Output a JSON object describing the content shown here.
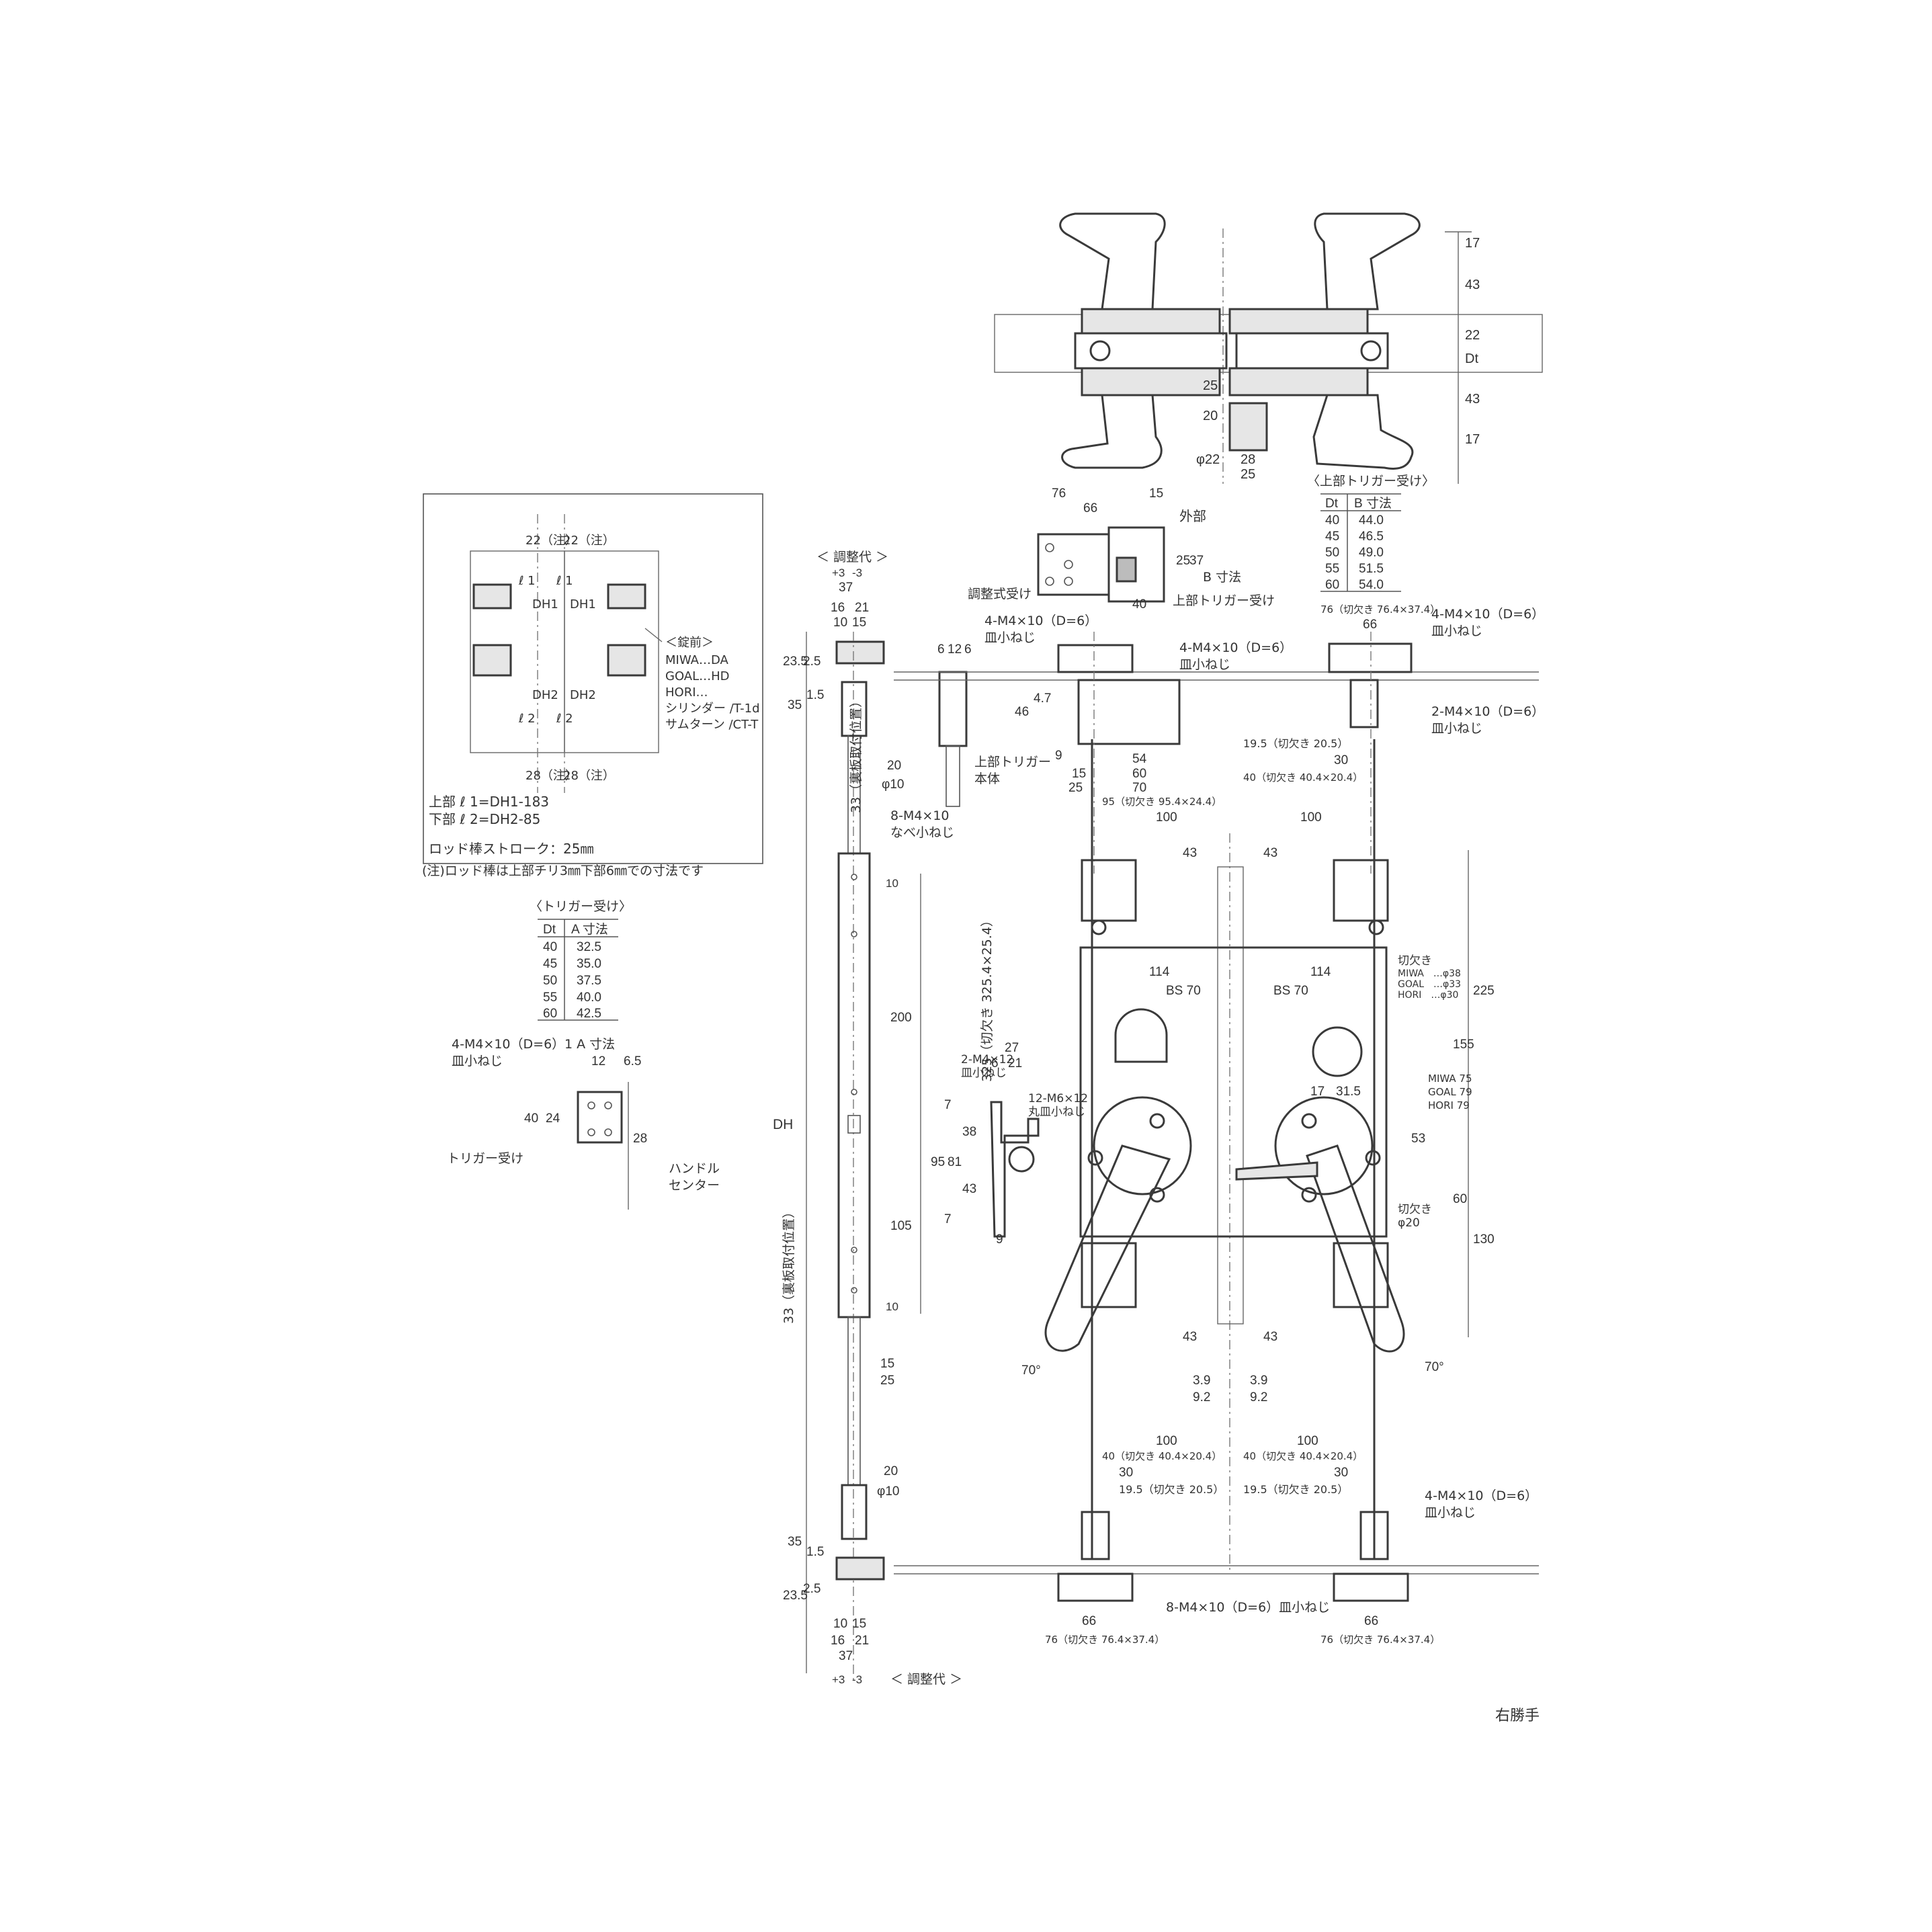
{
  "top_view": {
    "dims_right": [
      "17",
      "43",
      "22",
      "Dt",
      "43",
      "17"
    ],
    "dims_center": [
      "25",
      "20",
      "φ22",
      "28",
      "25"
    ]
  },
  "side_schematic": {
    "notes_top": [
      "22（注）",
      "22（注）"
    ],
    "notes_bottom": [
      "28（注）",
      "28（注）"
    ],
    "ell1": "ℓ 1",
    "ell2": "ℓ 2",
    "dh1": "DH1",
    "dh2": "DH2",
    "lock_front": {
      "title": "＜錠前＞",
      "lines": [
        "MIWA…DA",
        "GOAL…HD",
        "HORI…",
        "シリンダー /T-1d",
        "サムターン /CT-T"
      ]
    },
    "formula_top": "上部 ℓ 1=DH1-183",
    "formula_bottom": "下部 ℓ 2=DH2-85",
    "stroke": "ロッド棒ストローク：25㎜",
    "footnote": "(注)ロッド棒は上部チリ3㎜下部6㎜での寸法です"
  },
  "trigger_table": {
    "title": "〈トリガー受け〉",
    "headers": [
      "Dt",
      "A 寸法"
    ],
    "rows": [
      [
        "40",
        "32.5"
      ],
      [
        "45",
        "35.0"
      ],
      [
        "50",
        "37.5"
      ],
      [
        "55",
        "40.0"
      ],
      [
        "60",
        "42.5"
      ]
    ]
  },
  "upper_trigger_table": {
    "title": "〈上部トリガー受け〉",
    "headers": [
      "Dt",
      "B 寸法"
    ],
    "rows": [
      [
        "40",
        "44.0"
      ],
      [
        "45",
        "46.5"
      ],
      [
        "50",
        "49.0"
      ],
      [
        "55",
        "51.5"
      ],
      [
        "60",
        "54.0"
      ]
    ]
  },
  "trigger_detail": {
    "screw": "4-M4×10（D=6）",
    "screw2": "皿小ねじ",
    "a_dim": "1  A 寸法",
    "dims": [
      "12",
      "6.5",
      "40",
      "24",
      "28"
    ],
    "label": "トリガー受け",
    "handle_center": [
      "ハンドル",
      "センター"
    ]
  },
  "rod_view": {
    "adjust_top": "＜ 調整代 ＞",
    "adjust_bottom": "＜ 調整代 ＞",
    "pm": [
      "+3",
      "-3"
    ],
    "top_dims": [
      "37",
      "16",
      "21",
      "10",
      "15"
    ],
    "left_dims": [
      "23.5",
      "2.5",
      "35",
      "1.5",
      "33（裏板取付位置）",
      "DH",
      "33（裏板取付位置）",
      "35",
      "1.5",
      "2.5",
      "23.5"
    ],
    "mid_dims": [
      "20",
      "φ10",
      "10",
      "200",
      "325（切欠き 325.4×25.4）",
      "105",
      "10",
      "15",
      "25",
      "20",
      "φ10"
    ],
    "screw": "8-M4×10",
    "screw2": "なべ小ねじ",
    "bottom_dims": [
      "10",
      "15",
      "16",
      "21",
      "37"
    ]
  },
  "upper_trigger": {
    "dims_top": [
      "76",
      "15",
      "66"
    ],
    "outer": "外部",
    "adjust_receiver": "調整式受け",
    "dims_side": [
      "25",
      "37",
      "B 寸法"
    ],
    "d40": "40",
    "receiver": "上部トリガー受け",
    "body_dims": [
      "6",
      "12",
      "6"
    ],
    "body_label": [
      "上部トリガー",
      "本体"
    ]
  },
  "lock_top": {
    "screw_left": [
      "4-M4×10（D=6）",
      "皿小ねじ"
    ],
    "screw_mid": [
      "4-M4×10（D=6）",
      "皿小ねじ"
    ],
    "screw_right": [
      "4-M4×10（D=6）",
      "皿小ねじ"
    ],
    "screw_side": [
      "2-M4×10（D=6）",
      "皿小ねじ"
    ],
    "dims_left": [
      "46",
      "4.7",
      "9",
      "54",
      "60",
      "15",
      "25",
      "70",
      "95（切欠き 95.4×24.4）",
      "100"
    ],
    "dims_right": [
      "76（切欠き 76.4×37.4）",
      "66",
      "19.5（切欠き 20.5）",
      "30",
      "40（切欠き 40.4×20.4）",
      "100"
    ]
  },
  "lock_body": {
    "d43": "43",
    "d114": "114",
    "bs": "BS 70",
    "cutouts": [
      "切欠き",
      "MIWA　…φ38",
      "GOAL　…φ33",
      "HORI　…φ30"
    ],
    "dims_right": [
      "225",
      "155",
      "53",
      "60",
      "130",
      "17",
      "31.5"
    ],
    "brand_dims": [
      "MIWA 75",
      "GOAL 79",
      "HORI 79"
    ],
    "cut20": [
      "切欠き",
      "φ20"
    ],
    "angle": "70°",
    "lower_dims": [
      "3.9",
      "9.2"
    ]
  },
  "bracket": {
    "screw": [
      "2-M4×12",
      "皿小ねじ"
    ],
    "screw12": [
      "12-M6×12",
      "丸皿小ねじ"
    ],
    "dims": [
      "27",
      "6",
      "21",
      "7",
      "38",
      "95",
      "81",
      "43",
      "7",
      "9"
    ]
  },
  "lock_bottom": {
    "dims_left": [
      "100",
      "40（切欠き 40.4×20.4）",
      "30",
      "19.5（切欠き 20.5）",
      "66",
      "76（切欠き 76.4×37.4）"
    ],
    "dims_right": [
      "100",
      "40（切欠き 40.4×20.4）",
      "30",
      "19.5（切欠き 20.5）",
      "66",
      "76（切欠き 76.4×37.4）"
    ],
    "screw_mid": "8-M4×10（D=6）皿小ねじ",
    "screw_right": [
      "4-M4×10（D=6）",
      "皿小ねじ"
    ]
  },
  "hand": "右勝手"
}
